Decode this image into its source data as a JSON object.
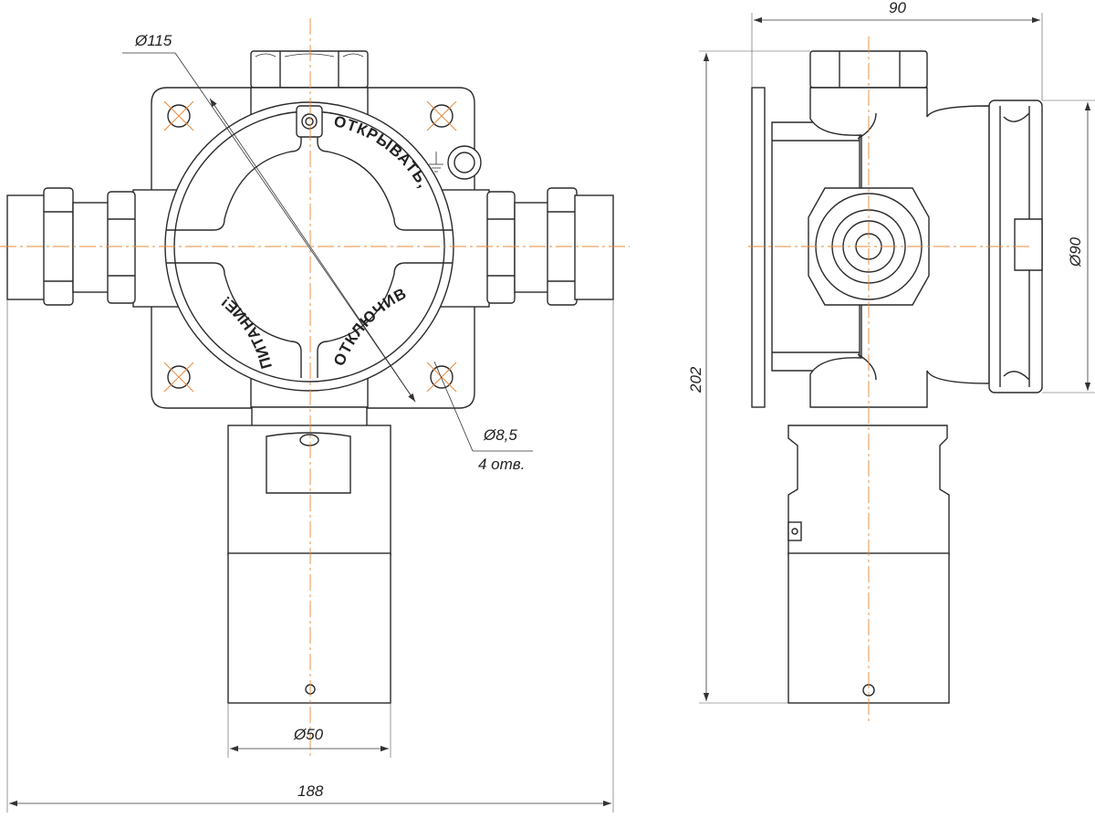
{
  "front_view": {
    "cover_labels": [
      "ОТКРЫВАТЬ,",
      "ОТКЛЮЧИВ",
      "ПИТАНИЕ!"
    ]
  },
  "dimensions": {
    "cover_diameter": "Ø115",
    "hole_diameter": "Ø8,5",
    "hole_count": "4 отв.",
    "sensor_diameter": "Ø50",
    "overall_width": "188",
    "side_depth": "90",
    "side_height": "202",
    "side_cover_diameter": "Ø90"
  },
  "colors": {
    "line": "#2a2a2a",
    "center_line": "#e8893a",
    "background": "#ffffff"
  }
}
